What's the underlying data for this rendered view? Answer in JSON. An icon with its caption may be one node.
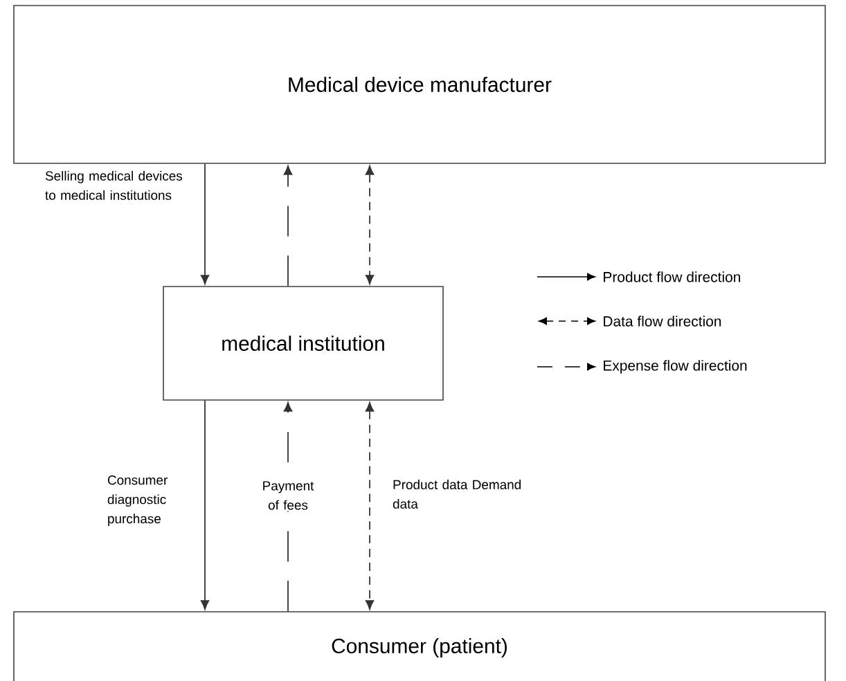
{
  "diagram": {
    "nodes": [
      {
        "text": [
          "Medical device manufacturer"
        ]
      },
      {
        "text": [
          "medical institution"
        ]
      },
      {
        "text": [
          "Consumer (patient)"
        ]
      }
    ],
    "edges": [
      {
        "from": 0,
        "to": 1,
        "arrow": "to",
        "label": "Selling medical devices to medical institutions"
      },
      {
        "from": 1,
        "to": 0,
        "arrow": "to",
        "style": "dashed"
      },
      {
        "from": 0,
        "to": 1,
        "arrow": "both",
        "style": "dashed"
      },
      {
        "from": 1,
        "to": 2,
        "arrow": "to",
        "label": "Consumer diagnostic purchase"
      },
      {
        "from": 2,
        "to": 1,
        "arrow": "to",
        "style": "dashed",
        "label": "Payment of fees"
      },
      {
        "from": 1,
        "to": 2,
        "arrow": "both",
        "style": "dashed",
        "label": "Product data Demand data"
      }
    ],
    "legend": [
      {
        "text": "Product flow direction"
      },
      {
        "text": "Data flow direction"
      },
      {
        "text": "Expense flow direction"
      }
    ]
  }
}
